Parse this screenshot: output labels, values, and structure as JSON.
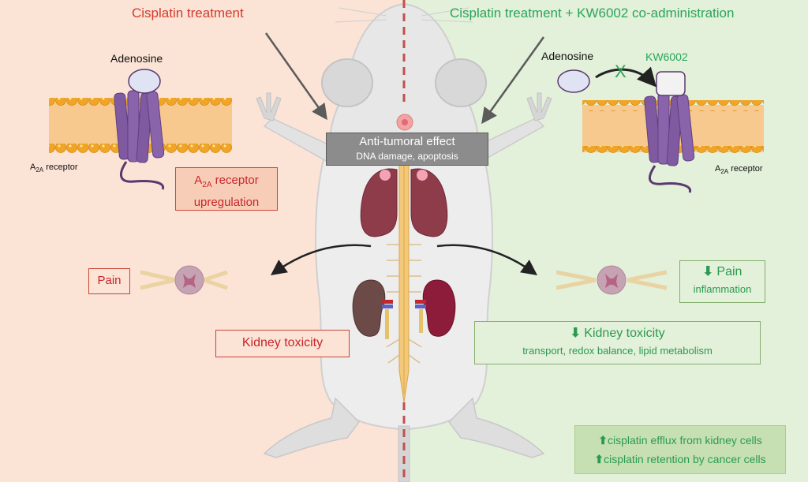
{
  "titles": {
    "left": "Cisplatin treatment",
    "right": "Cisplatin treatment + KW6002 co-administration"
  },
  "left_panel": {
    "ligand_label": "Adenosine",
    "receptor_label_main": "A",
    "receptor_label_sub": "2A",
    "receptor_label_rest": " receptor",
    "upregulation_box": {
      "line1_main": "A",
      "line1_sub": "2A",
      "line1_rest": " receptor",
      "line2": "upregulation"
    },
    "pain_label": "Pain",
    "kidney_label": "Kidney toxicity"
  },
  "center": {
    "effect_box": {
      "title": "Anti-tumoral effect",
      "subtitle": "DNA damage, apoptosis"
    }
  },
  "right_panel": {
    "ligand_label": "Adenosine",
    "antagonist_label": "KW6002",
    "block_symbol": "X",
    "receptor_label_main": "A",
    "receptor_label_sub": "2A",
    "receptor_label_rest": " receptor",
    "pain_box": {
      "arrow": "⬇",
      "title": "Pain",
      "subtitle": "inflammation"
    },
    "kidney_box": {
      "arrow": "⬇",
      "title": "Kidney toxicity",
      "subtitle": "transport, redox balance, lipid metabolism"
    },
    "efflux_box": {
      "line1_arrow": "⬆",
      "line1": "cisplatin efflux from kidney cells",
      "line2_arrow": "⬆",
      "line2": "cisplatin retention by cancer cells"
    }
  },
  "colors": {
    "left_bg": "#fbe3d6",
    "right_bg": "#e3f0da",
    "red_text": "#c8262a",
    "green_text": "#2b9a50",
    "receptor": "#7f5aa0",
    "membrane_head": "#f0a526",
    "divider": "#c0504d"
  }
}
